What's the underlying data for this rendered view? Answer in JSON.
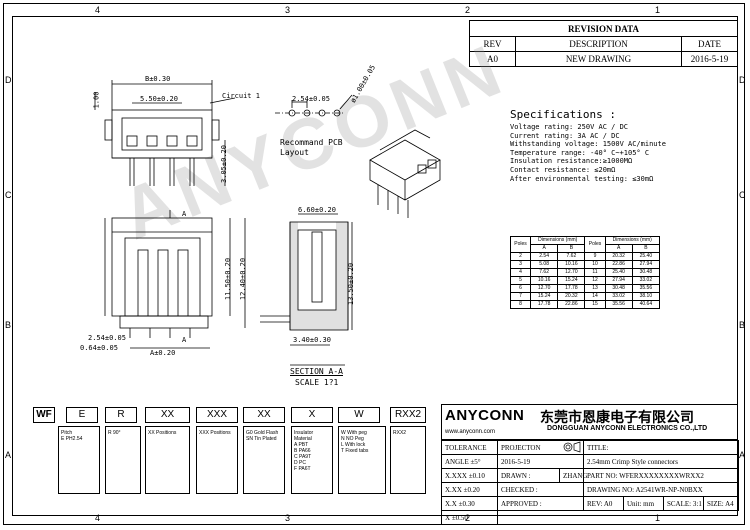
{
  "zones": {
    "top": [
      "4",
      "3",
      "2",
      "1"
    ],
    "bottom": [
      "4",
      "3",
      "2",
      "1"
    ],
    "left": [
      "D",
      "C",
      "B",
      "A"
    ],
    "right": [
      "D",
      "C",
      "B",
      "A"
    ]
  },
  "revision": {
    "title": "REVISION DATA",
    "headers": [
      "REV",
      "DESCRIPTION",
      "DATE"
    ],
    "rows": [
      [
        "A0",
        "NEW DRAWING",
        "2016-5-19"
      ]
    ]
  },
  "specs": {
    "title": "Specifications :",
    "lines": [
      "Voltage rating: 250V AC / DC",
      "Current rating: 3A  AC / DC",
      "Withstanding voltage: 1500V AC/minute",
      "Temperature range: -40° C~+105° C",
      "Insulation resistance:≥1000MΩ",
      "Contact resistance: ≤20mΩ",
      "After environmental testing: ≤30mΩ"
    ]
  },
  "dim_table": {
    "header1": [
      "Poles",
      "Dimensions (mm)",
      "Poles",
      "Dimensions (mm)"
    ],
    "header2": [
      "A",
      "B",
      "A",
      "B"
    ],
    "rows": [
      [
        "2",
        "2.54",
        "7.62",
        "9",
        "20.32",
        "25.40"
      ],
      [
        "3",
        "5.08",
        "10.16",
        "10",
        "22.86",
        "27.94"
      ],
      [
        "4",
        "7.62",
        "12.70",
        "11",
        "25.40",
        "30.48"
      ],
      [
        "5",
        "10.16",
        "15.24",
        "12",
        "27.94",
        "33.02"
      ],
      [
        "6",
        "12.70",
        "17.78",
        "13",
        "30.48",
        "35.56"
      ],
      [
        "7",
        "15.24",
        "20.32",
        "14",
        "33.02",
        "38.10"
      ],
      [
        "8",
        "17.78",
        "22.86",
        "15",
        "35.56",
        "40.64"
      ]
    ]
  },
  "drawing": {
    "dim_b": "B±0.30",
    "dim_550": "5.50±0.20",
    "dim_100": "1.00",
    "circuit": "Circuit 1",
    "dim_305": "3.05±0.20",
    "pcb_254": "2.54±0.05",
    "pcb_hole": "ø1.00±0.05",
    "pcb_label1": "Recommand PCB",
    "pcb_label2": "Layout",
    "dim_660": "6.60±0.20",
    "dim_1150": "11.50±0.20",
    "dim_1240": "12.40±0.20",
    "dim_1350": "13.50±0.20",
    "dim_340": "3.40±0.30",
    "dim_254": "2.54±0.05",
    "dim_064": "0.64±0.05",
    "dim_a": "A±0.20",
    "marker_a": "A",
    "section_title": "SECTION A-A",
    "section_scale": "SCALE 1?1",
    "watermark": "ANYCONN"
  },
  "part_number": {
    "boxes": [
      "WF",
      "E",
      "R",
      "XX",
      "XXX",
      "XX",
      "X",
      "W",
      "RXX2"
    ],
    "descriptions": [
      "Pitch\nE  PH2.54",
      "R   90°",
      "XX Positions",
      "XXX Positions",
      "G0  Gold Flash\nSN  Tin  Plated",
      "Insulator\nMaterial\nA  PBT\nB  PA66\nC  PA9T\nD  PC\nF  PA6T",
      "W  With peg\nN  NO Peg\nL  With lock\nT  Fixed tabs",
      "RXX2"
    ]
  },
  "company": {
    "name": "ANYCONN",
    "name_cn": "东莞市恩康电子有限公司",
    "name_en": "DONGGUAN ANYCONN ELECTRONICS CO.,LTD",
    "web": "www.anyconn.com"
  },
  "title_block": {
    "tolerance": "TOLERANCE",
    "angle": "ANGLE  ±5°",
    "tol_rows": [
      [
        "X.XXX",
        "±0.10"
      ],
      [
        "X.XX",
        "±0.20"
      ],
      [
        "X.X",
        "±0.30"
      ],
      [
        "X",
        "±0.50"
      ]
    ],
    "projection": "PROJECTON",
    "date_label": "",
    "date": "2016-5-19",
    "drawn_label": "DRAWN :",
    "drawn": "ZHANG",
    "checked_label": "CHECKED :",
    "approved_label": "APPROVED :",
    "title_label": "TITLE:",
    "title": "2.54mm Crimp Style connectors",
    "part_label": "PART NO:",
    "part_no": "WFERXXXXXXXXWRXX2",
    "drawing_label": "DRAWING NO:",
    "drawing_no": "A2541WR-NP-N0BXX",
    "rev_label": "REV:",
    "rev": "A0",
    "unit_label": "Unit:",
    "unit": "mm",
    "scale_label": "SCALE:",
    "scale": "3:1",
    "size_label": "SIZE:",
    "size": "A4"
  }
}
